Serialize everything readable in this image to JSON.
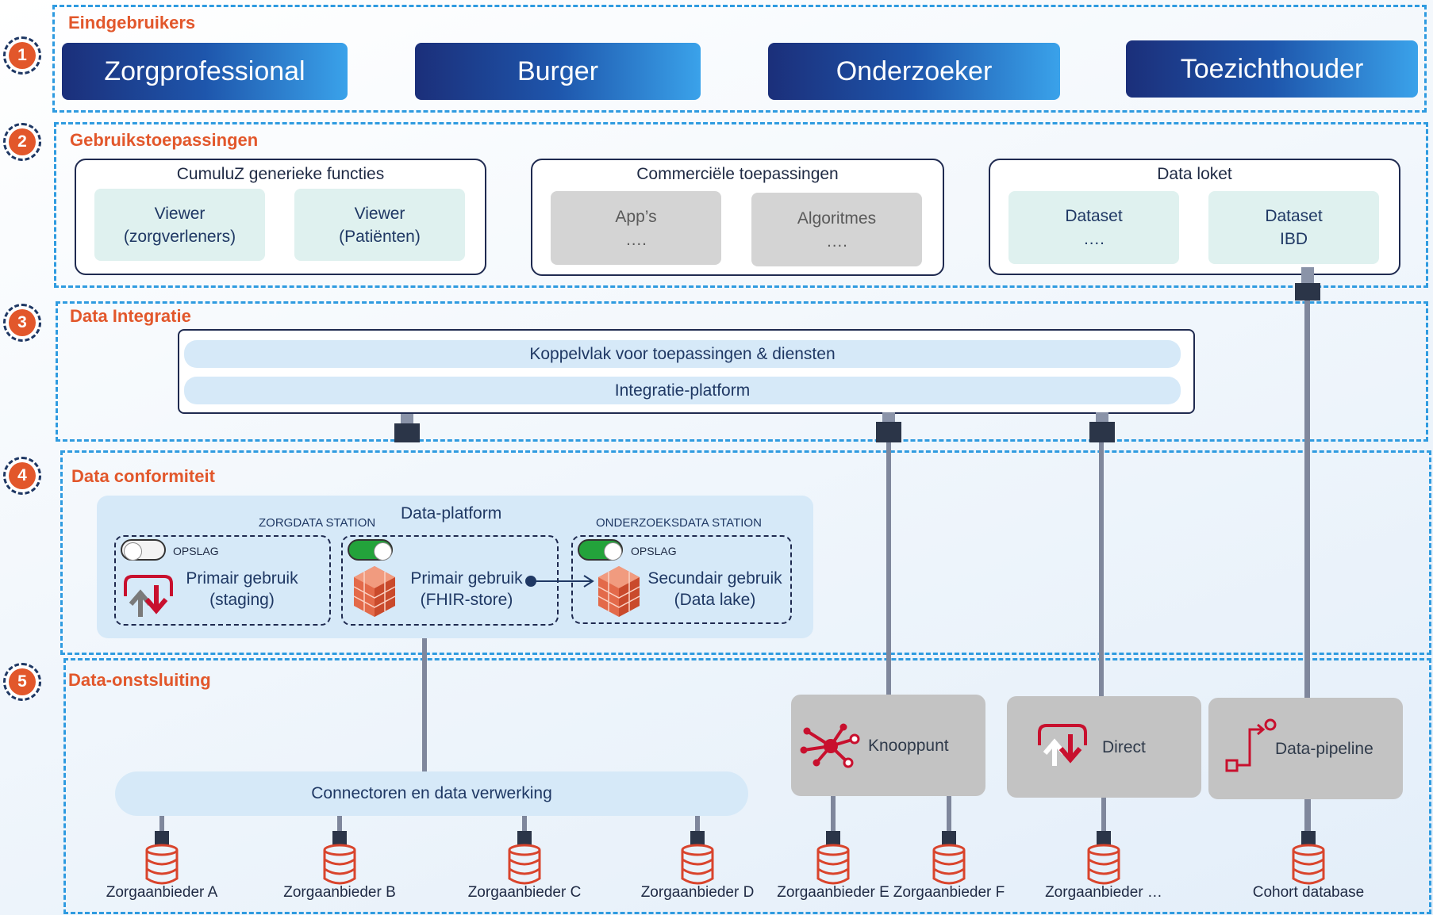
{
  "layers": [
    {
      "number": "1",
      "title": "Eindgebruikers"
    },
    {
      "number": "2",
      "title": "Gebruikstoepassingen"
    },
    {
      "number": "3",
      "title": "Data Integratie"
    },
    {
      "number": "4",
      "title": "Data conformiteit"
    },
    {
      "number": "5",
      "title": "Data-onstsluiting"
    }
  ],
  "end_users": [
    "Zorgprofessional",
    "Burger",
    "Onderzoeker",
    "Toezichthouder"
  ],
  "applications": {
    "cumuluz": {
      "title": "CumuluZ  generieke functies",
      "tiles": [
        {
          "line1": "Viewer",
          "line2": "(zorgverleners)"
        },
        {
          "line1": "Viewer",
          "line2": "(Patiënten)"
        }
      ]
    },
    "commercial": {
      "title": "Commerciële toepassingen",
      "tiles": [
        {
          "line1": "App’s",
          "line2": "…."
        },
        {
          "line1": "Algoritmes",
          "line2": "…."
        }
      ]
    },
    "dataloket": {
      "title": "Data loket",
      "tiles": [
        {
          "line1": "Dataset",
          "line2": "…."
        },
        {
          "line1": "Dataset",
          "line2": "IBD"
        }
      ]
    }
  },
  "integration": {
    "bar1": "Koppelvlak voor toepassingen & diensten",
    "bar2": "Integratie-platform"
  },
  "platform": {
    "title": "Data-platform",
    "station_zorgdata": "ZORGDATA STATION",
    "station_onderzoek": "ONDERZOEKSDATA STATION",
    "opslag_label": "OPSLAG",
    "staging": {
      "line1": "Primair gebruik",
      "line2": "(staging)",
      "toggle": "off",
      "icon": "upload-download-icon"
    },
    "fhir": {
      "line1": "Primair gebruik",
      "line2": "(FHIR-store)",
      "toggle": "on",
      "icon": "stacked-cubes-icon"
    },
    "datalake": {
      "line1": "Secundair gebruik",
      "line2": "(Data lake)",
      "toggle": "on",
      "icon": "stacked-cubes-icon"
    }
  },
  "disclosure": {
    "connectors": "Connectoren en data verwerking",
    "nodes": [
      {
        "label": "Knooppunt",
        "icon": "network-hub-icon"
      },
      {
        "label": "Direct",
        "icon": "upload-download-icon"
      },
      {
        "label": "Data-pipeline",
        "icon": "pipeline-icon"
      }
    ],
    "sources": [
      "Zorgaanbieder A",
      "Zorgaanbieder B",
      "Zorgaanbieder C",
      "Zorgaanbieder D",
      "Zorgaanbieder E",
      "Zorgaanbieder F",
      "Zorgaanbieder …",
      "Cohort database"
    ]
  },
  "colors": {
    "layer_title": "#e2572b",
    "layer_border": "#2f9be0",
    "user_button_dark": "#1b2f7a",
    "user_button_light": "#3aa2ea",
    "tile_teal": "#dff1ef",
    "tile_grey": "#d4d4d4",
    "integration_bar": "#d6e9f8",
    "toggle_on": "#23a33b",
    "icon_red": "#c8102e"
  }
}
